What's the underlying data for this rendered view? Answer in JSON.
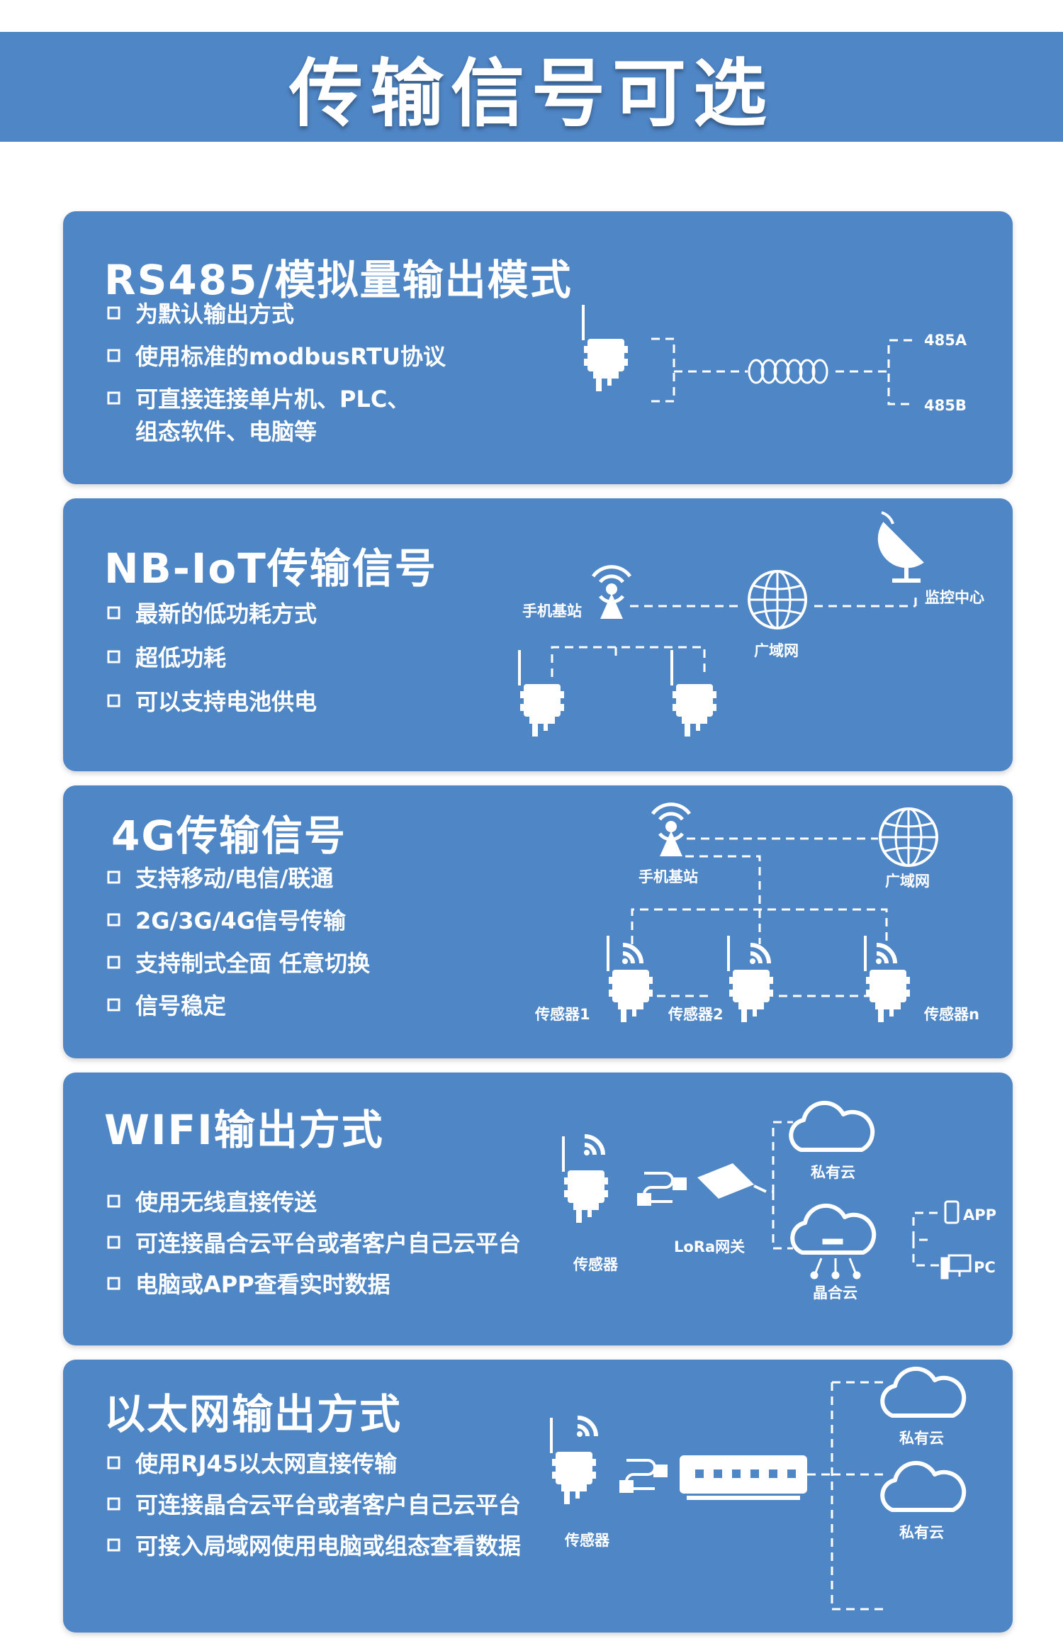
{
  "banner": {
    "title": "传输信号可选"
  },
  "sections": [
    {
      "title": "RS485/模拟量输出模式",
      "bullets": [
        "为默认输出方式",
        "使用标准的modbusRTU协议",
        "可直接连接单片机、PLC、",
        "组态软件、电脑等"
      ],
      "diagram": {
        "label_a": "485A",
        "label_b": "485B"
      }
    },
    {
      "title": "NB-IoT传输信号",
      "bullets": [
        "最新的低功耗方式",
        "超低功耗",
        "可以支持电池供电"
      ],
      "diagram": {
        "base_station": "手机基站",
        "wan": "广域网",
        "monitor": "监控中心"
      }
    },
    {
      "title": "4G传输信号",
      "bullets": [
        "支持移动/电信/联通",
        "2G/3G/4G信号传输",
        "支持制式全面 任意切换",
        "信号稳定"
      ],
      "diagram": {
        "base_station": "手机基站",
        "wan": "广域网",
        "sensor1": "传感器1",
        "sensor2": "传感器2",
        "sensorn": "传感器n"
      }
    },
    {
      "title": "WIFI输出方式",
      "bullets": [
        "使用无线直接传送",
        "可连接晶合云平台或者客户自己云平台",
        "电脑或APP查看实时数据"
      ],
      "diagram": {
        "sensor": "传感器",
        "gateway": "LoRa网关",
        "private_cloud": "私有云",
        "jinghe_cloud": "晶合云",
        "app": "APP",
        "pc": "PC"
      }
    },
    {
      "title": "以太网输出方式",
      "bullets": [
        "使用RJ45以太网直接传输",
        "可连接晶合云平台或者客户自己云平台",
        "可接入局域网使用电脑或组态查看数据"
      ],
      "diagram": {
        "sensor": "传感器",
        "cloud1": "私有云",
        "cloud2": "私有云"
      }
    }
  ]
}
